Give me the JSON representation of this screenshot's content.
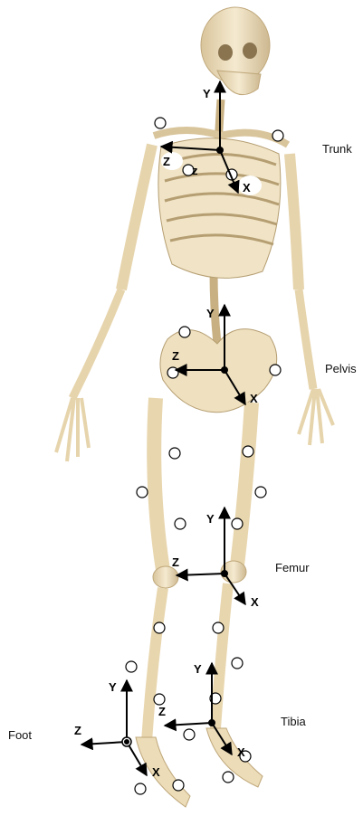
{
  "segments": {
    "trunk": {
      "label": "Trunk",
      "axes": {
        "x": "X",
        "y": "Y",
        "z": "Z"
      }
    },
    "pelvis": {
      "label": "Pelvis",
      "axes": {
        "x": "X",
        "y": "Y",
        "z": "Z"
      }
    },
    "femur": {
      "label": "Femur",
      "axes": {
        "x": "X",
        "y": "Y",
        "z": "Z"
      }
    },
    "tibia": {
      "label": "Tibia",
      "axes": {
        "x": "X",
        "y": "Y",
        "z": "Z"
      }
    },
    "foot": {
      "label": "Foot",
      "axes": {
        "x": "X",
        "y": "Y",
        "z": "Z"
      }
    }
  },
  "marker_note": "z",
  "colors": {
    "bone": "#efe0bf",
    "bone_shadow": "#c9b48a",
    "axis": "#000000",
    "marker_fill": "#ffffff"
  }
}
